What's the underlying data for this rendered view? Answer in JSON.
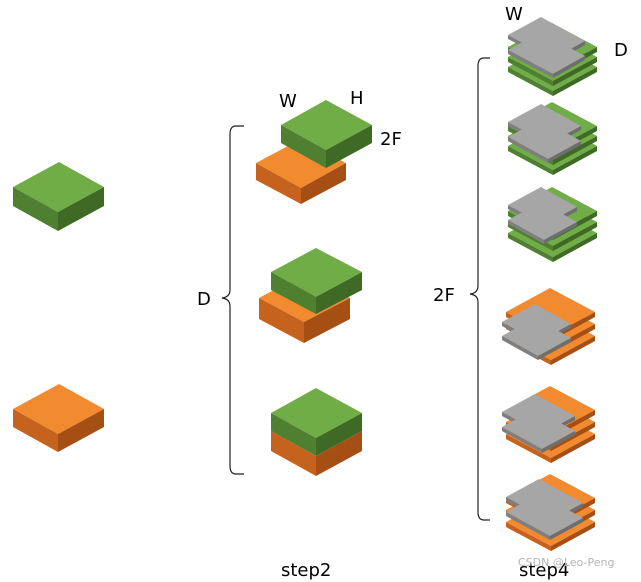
{
  "colors": {
    "green_top": "#70ad47",
    "green_front": "#4f7f31",
    "green_side": "#3f6a26",
    "orange_top": "#f28a30",
    "orange_front": "#c5621d",
    "orange_side": "#a64f15",
    "gray_top": "#a6a6a6",
    "gray_front": "#7f7f7f",
    "gray_side": "#6e6e6e"
  },
  "labels": {
    "step2_w": "W",
    "step2_h": "H",
    "step2_2f": "2F",
    "step2_d": "D",
    "step4_w": "W",
    "step4_d": "D",
    "step4_2f": "2F",
    "step2_caption": "step2",
    "step4_caption": "step4"
  },
  "watermark": "CSDN @Leo-Peng"
}
